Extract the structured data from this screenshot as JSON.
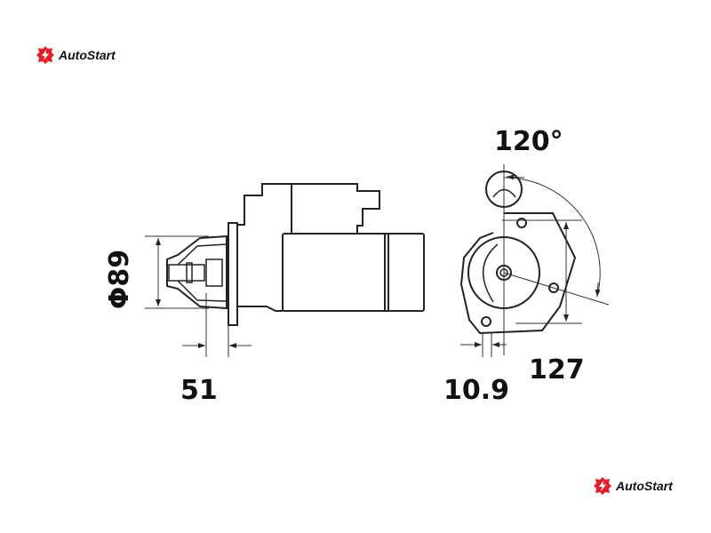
{
  "brand": {
    "name": "AutoStart",
    "color": "#e3202a"
  },
  "dimensions": {
    "diameter": "Φ89",
    "flange_offset": "51",
    "pinion_offset": "10.9",
    "height": "127",
    "angle": "120°"
  }
}
